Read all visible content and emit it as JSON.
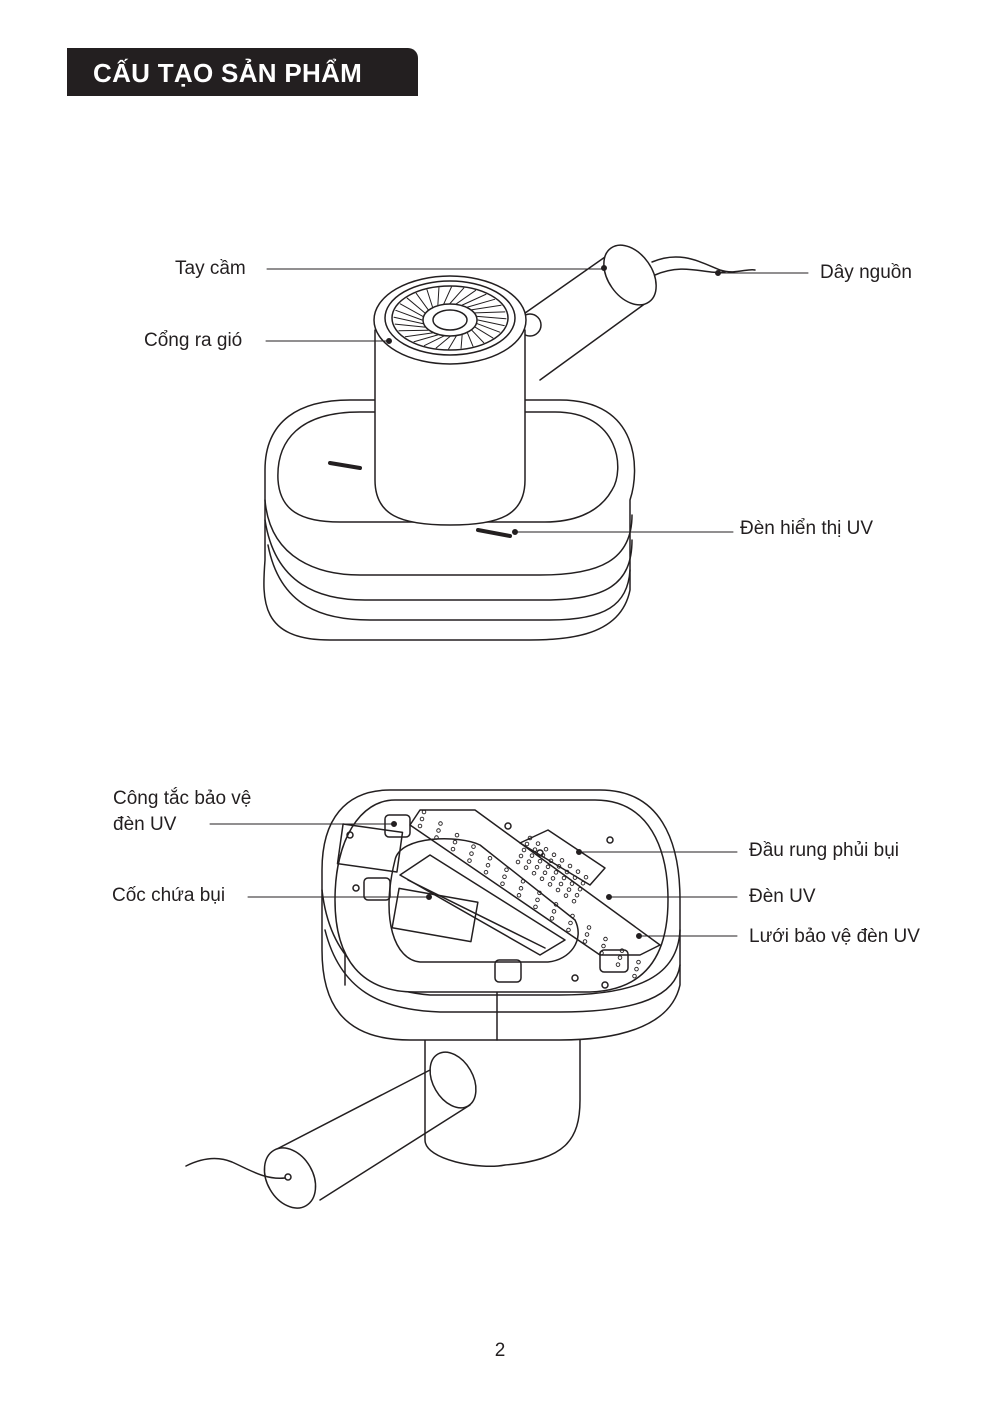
{
  "header": {
    "title": "CẤU TẠO SẢN PHẨM"
  },
  "top_view": {
    "labels": {
      "handle": "Tay cầm",
      "air_outlet": "Cổng ra gió",
      "power_cord": "Dây nguồn",
      "uv_indicator": "Đèn hiển thị UV"
    }
  },
  "bottom_view": {
    "labels": {
      "uv_safety_switch_line1": "Công tắc bảo vệ",
      "uv_safety_switch_line2": "đèn UV",
      "dust_cup": "Cốc chứa bụi",
      "vibrating_head": "Đầu rung phủi bụi",
      "uv_lamp": "Đèn UV",
      "uv_guard_mesh": "Lưới bảo vệ đèn UV"
    }
  },
  "footer": {
    "page_number": "2"
  }
}
